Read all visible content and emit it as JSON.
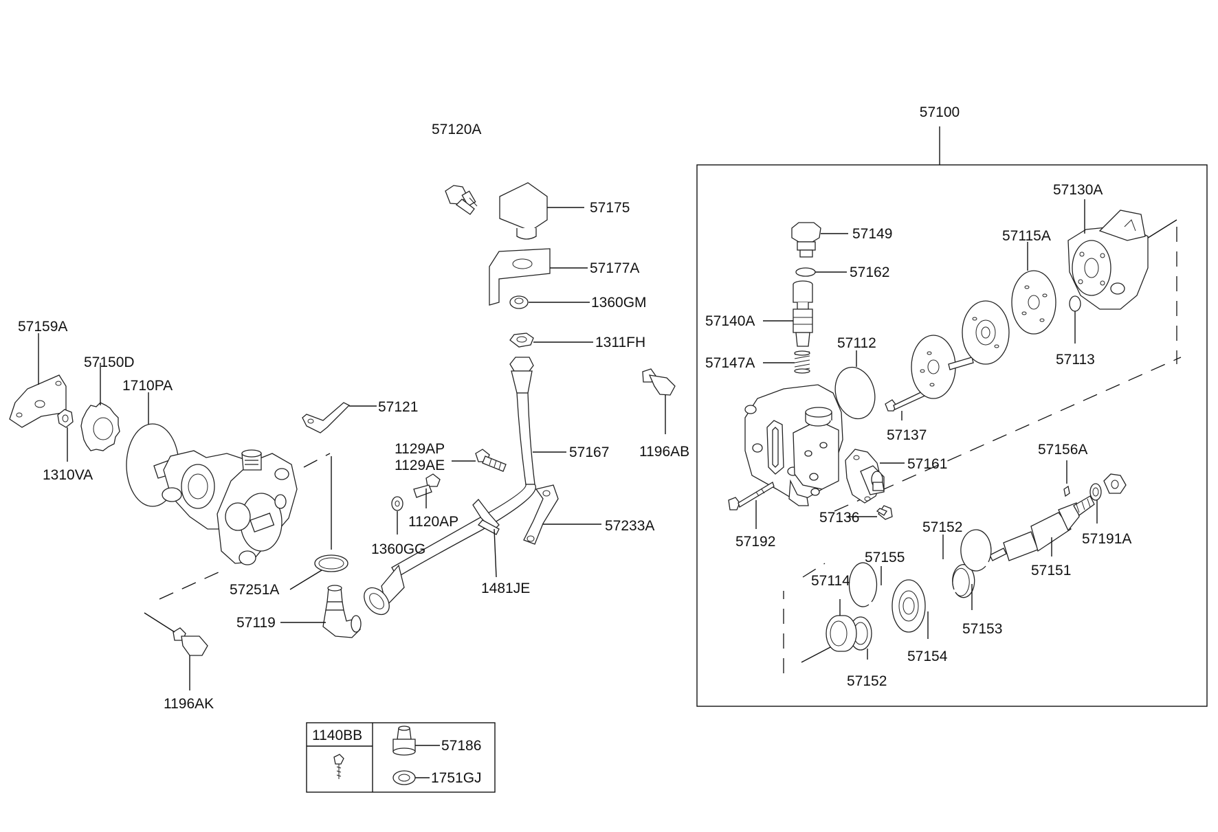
{
  "diagram": {
    "type": "exploded-parts-diagram",
    "assembly_label": "57100",
    "labels": {
      "57120A": "57120A",
      "57175": "57175",
      "57177A": "57177A",
      "1360GM": "1360GM",
      "1311FH": "1311FH",
      "57159A": "57159A",
      "57150D": "57150D",
      "1710PA": "1710PA",
      "1310VA": "1310VA",
      "57121": "57121",
      "1129AP": "1129AP",
      "1129AE": "1129AE",
      "57167": "57167",
      "1196AB": "1196AB",
      "1360GG": "1360GG",
      "1120AP": "1120AP",
      "57233A": "57233A",
      "57251A": "57251A",
      "57119": "57119",
      "1481JE": "1481JE",
      "1196AK": "1196AK",
      "57130A": "57130A",
      "57149": "57149",
      "57115A": "57115A",
      "57162": "57162",
      "57140A": "57140A",
      "57112": "57112",
      "57113": "57113",
      "57147A": "57147A",
      "57137": "57137",
      "57156A": "57156A",
      "57161": "57161",
      "57136": "57136",
      "57192": "57192",
      "57152a": "57152",
      "57191A": "57191A",
      "57155": "57155",
      "57151": "57151",
      "57114": "57114",
      "57153": "57153",
      "57154": "57154",
      "57152b": "57152"
    },
    "legend_table": {
      "header": "1140BB",
      "items": [
        "57186",
        "1751GJ"
      ]
    }
  }
}
